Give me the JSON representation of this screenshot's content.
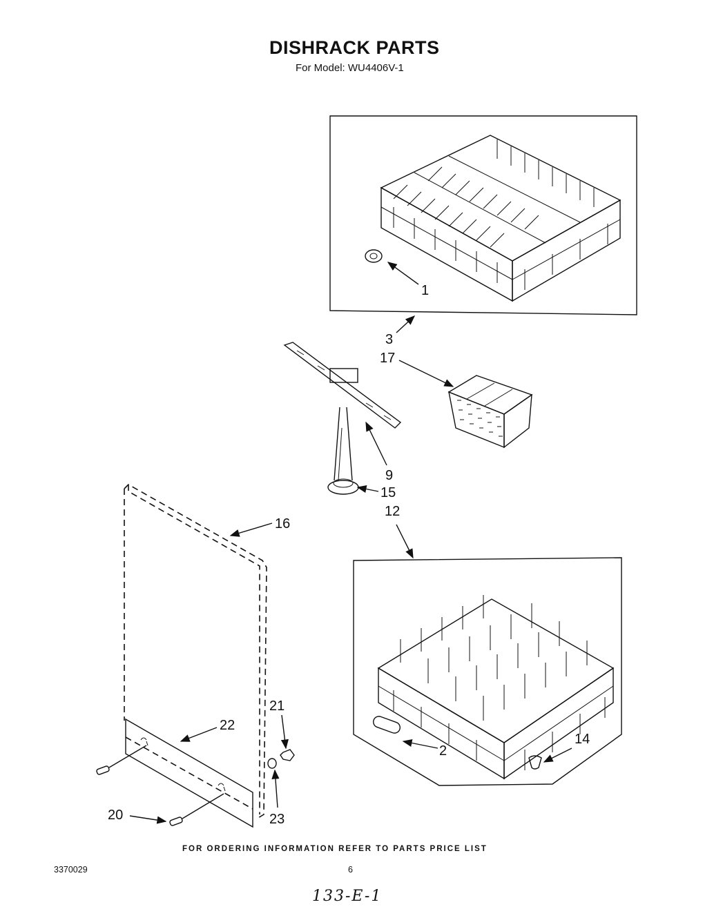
{
  "header": {
    "title": "DISHRACK PARTS",
    "subtitle": "For Model: WU4406V-1"
  },
  "callouts": {
    "c1": "1",
    "c2": "2",
    "c3": "3",
    "c9": "9",
    "c12": "12",
    "c14": "14",
    "c15": "15",
    "c16": "16",
    "c17": "17",
    "c20": "20",
    "c21": "21",
    "c22": "22",
    "c23": "23"
  },
  "footer": {
    "note": "FOR ORDERING INFORMATION REFER TO PARTS PRICE LIST",
    "doc_number": "3370029",
    "page_number": "6",
    "handwritten": "133-E-1"
  }
}
